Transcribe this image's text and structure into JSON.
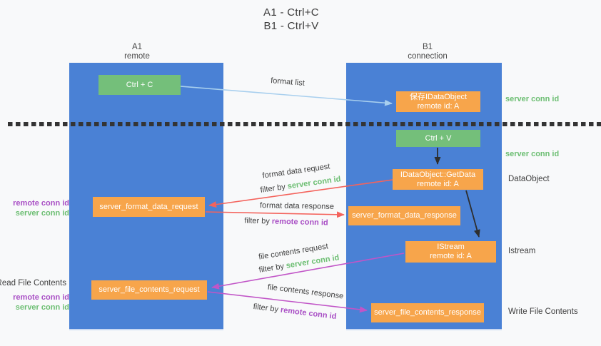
{
  "title": {
    "line1": "A1 - Ctrl+C",
    "line2": "B1 - Ctrl+V"
  },
  "columns": {
    "left": {
      "id": "A1",
      "subtitle": "remote"
    },
    "right": {
      "id": "B1",
      "subtitle": "connection"
    }
  },
  "boxes": {
    "ctrl_c": {
      "label": "Ctrl + C"
    },
    "ctrl_v": {
      "label": "Ctrl + V"
    },
    "save_dataobject": {
      "line1": "保存IDataObject",
      "line2": "remote id: A"
    },
    "getdata": {
      "line1": "IDataObject::GetData",
      "line2": "remote id: A"
    },
    "istream": {
      "line1": "IStream",
      "line2": "remote id: A"
    },
    "format_request": {
      "label": "server_format_data_request"
    },
    "format_response": {
      "label": "server_format_data_response"
    },
    "file_request": {
      "label": "server_file_contents_request"
    },
    "file_response": {
      "label": "server_file_contents_response"
    }
  },
  "flow_labels": {
    "format_list": "format list",
    "format_data_request": "format data request",
    "format_data_response": "format data response",
    "file_contents_request": "file contents request",
    "file_contents_response": "file contents response",
    "filter_by": "filter by",
    "server_conn_id": "server conn id",
    "remote_conn_id": "remote conn id"
  },
  "margin_labels": {
    "left": {
      "remote_conn_id_top": "remote conn id",
      "server_conn_id_top": "server conn id",
      "read_file_contents": "Read File Contents",
      "remote_conn_id_bottom": "remote conn id",
      "server_conn_id_bottom": "server conn id"
    },
    "right": {
      "server_conn_id_top": "server conn id",
      "server_conn_id_mid": "server conn id",
      "dataobject": "DataObject",
      "istream": "Istream",
      "write_file_contents": "Write File Contents"
    }
  },
  "colors": {
    "lane_blue": "#4a81d5",
    "box_green": "#74bf7a",
    "box_orange": "#f7a54b",
    "accent_green": "#6cbe72",
    "accent_purple": "#a94fc5",
    "arrow_red": "#f4635c",
    "arrow_magenta": "#c155c7",
    "arrow_lightblue": "#a8cfee",
    "arrow_black": "#2e2e2e",
    "text_dark": "#3f3f3f"
  }
}
